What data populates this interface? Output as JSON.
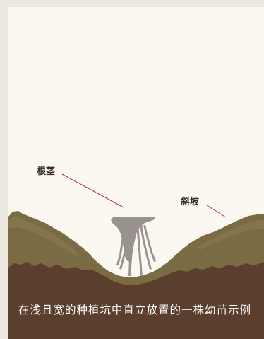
{
  "labels": {
    "rhizome": "根茎",
    "slope": "斜坡"
  },
  "caption": "在浅且宽的种植坑中直立放置的一株幼苗示例",
  "colors": {
    "background": "#fbf8f2",
    "soil_surface": "#7b6b45",
    "soil_deep": "#5a3f2e",
    "rhizome": "#9a928e",
    "leader_line": "#b9272b"
  }
}
